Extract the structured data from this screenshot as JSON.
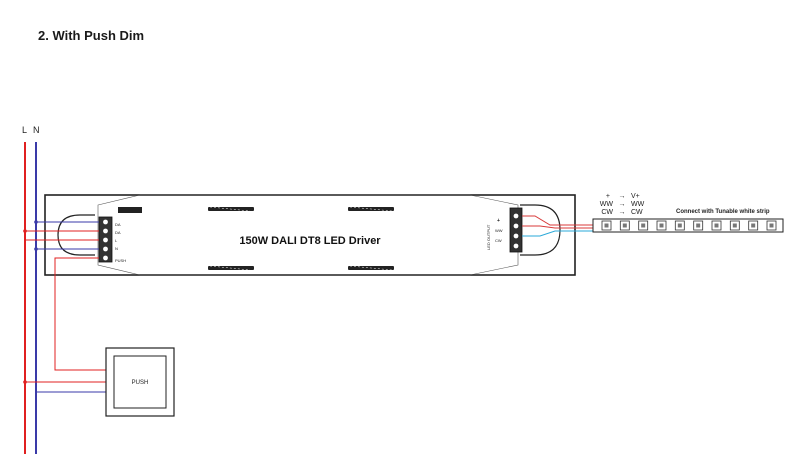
{
  "title": "2. With Push Dim",
  "mains": {
    "line_label": "L",
    "neutral_label": "N"
  },
  "driver": {
    "name": "150W DALI DT8 LED Driver",
    "input_terminal_labels": [
      "DA",
      "DA",
      "L",
      "N",
      "PUSH"
    ],
    "output_label": "LED OUTPUT",
    "output_terminal_labels": [
      "+",
      "WW",
      "CW"
    ]
  },
  "push_switch": {
    "label": "PUSH"
  },
  "output_map": [
    {
      "from": "+",
      "to": "V+"
    },
    {
      "from": "WW",
      "to": "WW"
    },
    {
      "from": "CW",
      "to": "CW"
    }
  ],
  "strip": {
    "label": "Connect with Tunable white strip",
    "led_count": 10
  },
  "colors": {
    "line": "#e02020",
    "neutral": "#3a3aa8",
    "ww_wire": "#d83a3a",
    "cw_wire": "#2aa8d8",
    "housing": "#222222"
  }
}
